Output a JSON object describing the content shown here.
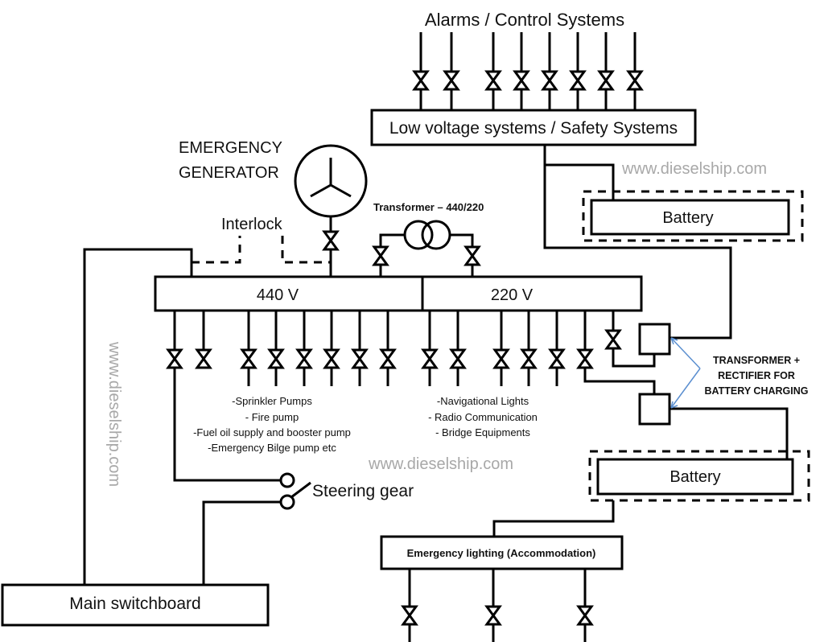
{
  "top_label": "Alarms / Control Systems",
  "low_voltage_box": "Low voltage systems / Safety Systems",
  "generator_label": [
    "EMERGENCY",
    "GENERATOR"
  ],
  "interlock_label": "Interlock",
  "transformer_label": "Transformer – 440/220",
  "bus_440": "440 V",
  "bus_220": "220 V",
  "battery_top": "Battery",
  "battery_bottom": "Battery",
  "charger_label": [
    "TRANSFORMER +",
    "RECTIFIER FOR",
    "BATTERY CHARGING"
  ],
  "loads_440": [
    "-Sprinkler Pumps",
    "- Fire pump",
    "-Fuel oil supply and booster pump",
    "-Emergency Bilge pump etc"
  ],
  "loads_220": [
    "-Navigational Lights",
    "- Radio Communication",
    "- Bridge Equipments"
  ],
  "steering_label": "Steering gear",
  "main_switchboard": "Main switchboard",
  "emergency_lighting": "Emergency lighting (Accommodation)",
  "watermark": "www.dieselship.com",
  "colors": {
    "arrow": "#5b8fd0",
    "watermark": "#a8a8a8"
  }
}
